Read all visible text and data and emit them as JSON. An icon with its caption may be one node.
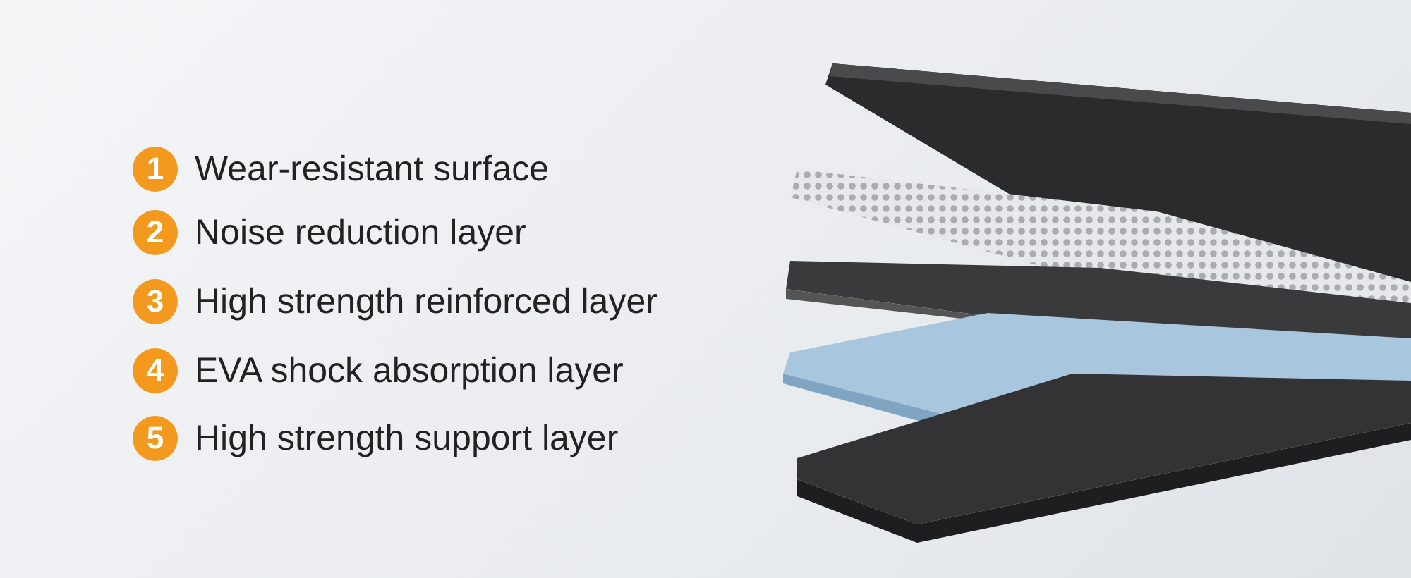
{
  "diagram": {
    "labels": [
      "1",
      "Wear-resistant surface",
      "2",
      "Noise reduction layer",
      "3",
      "High strength reinforced layer",
      "4",
      "EVA shock absorption layer",
      "5",
      "High strength support layer"
    ]
  }
}
